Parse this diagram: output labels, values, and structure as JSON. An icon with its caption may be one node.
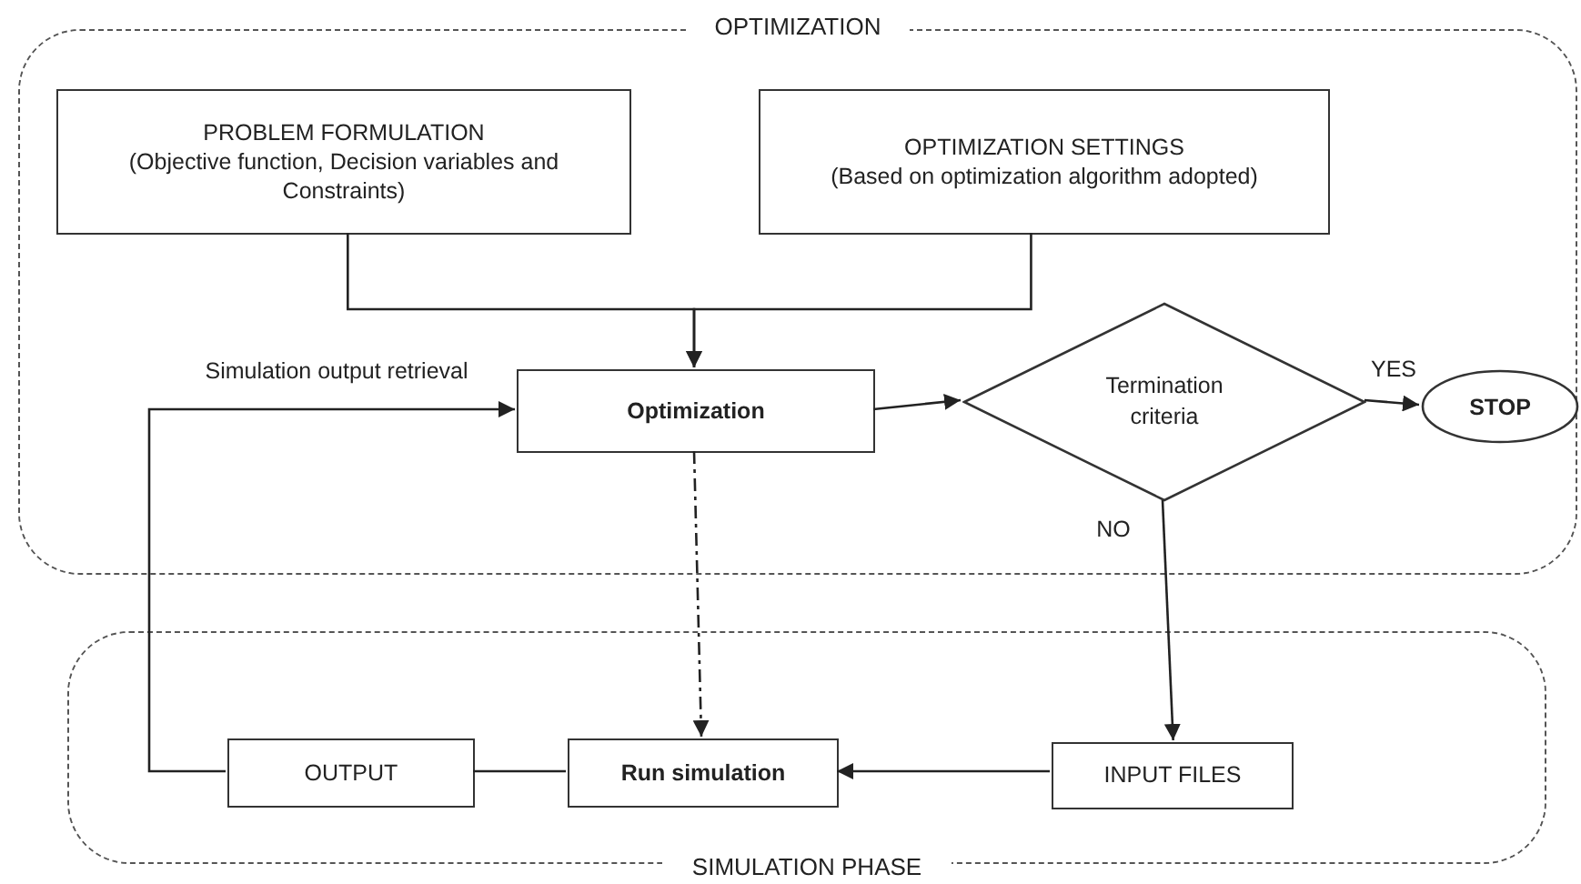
{
  "diagram": {
    "nodes": [
      {
        "text": [
          "OPTIMIZATION"
        ]
      },
      {
        "text": [
          "PROBLEM FORMULATION",
          "(Objective function, Decision variables and Constraints)"
        ],
        "in": 0
      },
      {
        "text": [
          "OPTIMIZATION SETTINGS",
          "(Based on optimization algorithm adopted)"
        ],
        "in": 0
      },
      {
        "text": [
          "Optimization"
        ],
        "in": 0
      },
      {
        "text": [
          "Termination criteria"
        ],
        "in": 0
      },
      {
        "text": [
          "STOP"
        ],
        "in": 0
      },
      {
        "text": [
          "SIMULATION PHASE"
        ]
      },
      {
        "text": [
          "OUTPUT"
        ],
        "in": 6
      },
      {
        "text": [
          "Run simulation"
        ],
        "in": 6
      },
      {
        "text": [
          "INPUT FILES"
        ],
        "in": 6
      }
    ],
    "edges": [
      {
        "from": 1,
        "to": 3,
        "arrow": "to"
      },
      {
        "from": 2,
        "to": 3,
        "arrow": "to"
      },
      {
        "from": 3,
        "to": 4,
        "arrow": "to"
      },
      {
        "from": 4,
        "to": 5,
        "arrow": "to",
        "label": "YES"
      },
      {
        "from": 4,
        "to": 9,
        "arrow": "to",
        "label": "NO"
      },
      {
        "from": 9,
        "to": 8,
        "arrow": "to"
      },
      {
        "from": 8,
        "to": 7,
        "arrow": "none"
      },
      {
        "from": 7,
        "to": 3,
        "arrow": "to",
        "label": "Simulation output retrieval"
      },
      {
        "from": 3,
        "to": 8,
        "arrow": "to",
        "style": "dashed"
      }
    ]
  }
}
